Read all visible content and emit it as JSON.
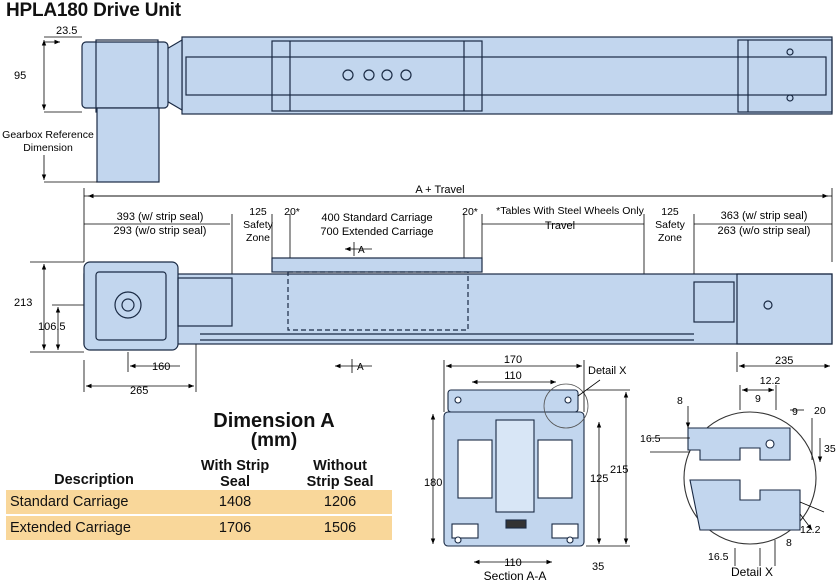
{
  "title": "HPLA180 Drive Unit",
  "colors": {
    "body_fill": "#c2d6ee",
    "outline": "#1a2a44",
    "table_fill": "#f9d79a",
    "dim_line": "#000000"
  },
  "top_view": {
    "dim_23_5": "23.5",
    "dim_95": "95",
    "gearbox_ref": [
      "Gearbox Reference",
      "Dimension"
    ]
  },
  "side_view": {
    "a_travel": "A + Travel",
    "left_len": [
      "393 (w/ strip seal)",
      "293 (w/o strip seal)"
    ],
    "safety_left": [
      "125",
      "Safety",
      "Zone"
    ],
    "twenty_left": "20*",
    "carriage": [
      "400 Standard Carriage",
      "700 Extended Carriage"
    ],
    "twenty_right": "20*",
    "steel_note": "*Tables With Steel Wheels Only",
    "travel": "Travel",
    "safety_right": [
      "125",
      "Safety",
      "Zone"
    ],
    "right_len": [
      "363 (w/ strip seal)",
      "263 (w/o strip seal)"
    ],
    "section_mark": "A",
    "dim_213": "213",
    "dim_106_5": "106.5",
    "dim_160": "160",
    "dim_265": "265",
    "dim_235": "235"
  },
  "section": {
    "dim_170": "170",
    "dim_110_top": "110",
    "detail_x": "Detail X",
    "dim_180": "180",
    "dim_125": "125",
    "dim_215": "215",
    "dim_110_bottom": "110",
    "dim_35": "35",
    "caption": "Section A-A"
  },
  "detail": {
    "dim_12_2_top": "12.2",
    "dim_8_left": "8",
    "dim_9_top": "9",
    "dim_9_right": "9",
    "dim_20": "20",
    "dim_16_5_left": "16.5",
    "dim_35": "35",
    "dim_12_2_bottom": "12.2",
    "dim_16_5_bottom": "16.5",
    "dim_8_bottom": "8",
    "caption": "Detail X"
  },
  "dimension_table": {
    "heading": "Dimension A",
    "subheading": "(mm)",
    "col_desc": "Description",
    "col_with": [
      "With Strip",
      "Seal"
    ],
    "col_without": [
      "Without",
      "Strip Seal"
    ],
    "rows": [
      {
        "description": "Standard Carriage",
        "with_seal": "1408",
        "without_seal": "1206"
      },
      {
        "description": "Extended Carriage",
        "with_seal": "1706",
        "without_seal": "1506"
      }
    ]
  }
}
